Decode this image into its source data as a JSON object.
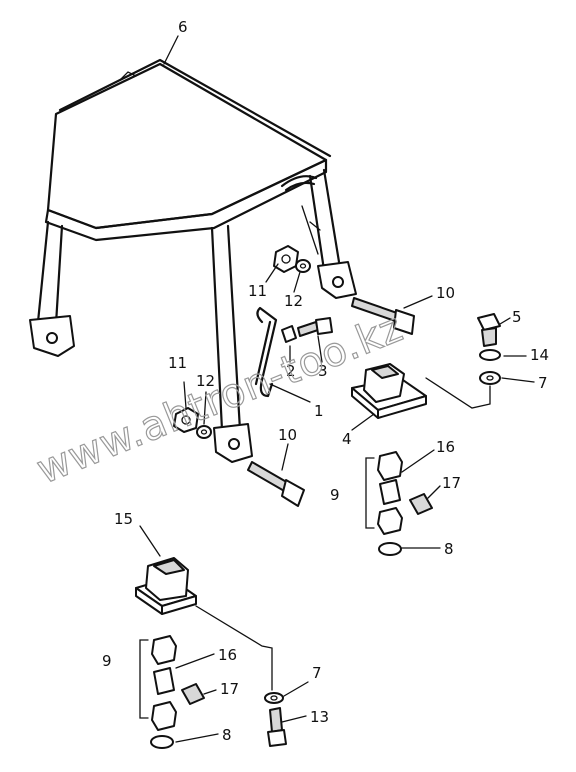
{
  "watermark": "www.ahtron-too.kz",
  "callouts": [
    {
      "id": "c6",
      "text": "6"
    },
    {
      "id": "c11a",
      "text": "11"
    },
    {
      "id": "c12a",
      "text": "12"
    },
    {
      "id": "c2",
      "text": "2"
    },
    {
      "id": "c3",
      "text": "3"
    },
    {
      "id": "c1",
      "text": "1"
    },
    {
      "id": "c10a",
      "text": "10"
    },
    {
      "id": "c5",
      "text": "5"
    },
    {
      "id": "c14",
      "text": "14"
    },
    {
      "id": "c7a",
      "text": "7"
    },
    {
      "id": "c4",
      "text": "4"
    },
    {
      "id": "c11b",
      "text": "11"
    },
    {
      "id": "c12b",
      "text": "12"
    },
    {
      "id": "c10b",
      "text": "10"
    },
    {
      "id": "c16a",
      "text": "16"
    },
    {
      "id": "c9a",
      "text": "9"
    },
    {
      "id": "c17a",
      "text": "17"
    },
    {
      "id": "c8a",
      "text": "8"
    },
    {
      "id": "c15",
      "text": "15"
    },
    {
      "id": "c9b",
      "text": "9"
    },
    {
      "id": "c16b",
      "text": "16"
    },
    {
      "id": "c7b",
      "text": "7"
    },
    {
      "id": "c17b",
      "text": "17"
    },
    {
      "id": "c13",
      "text": "13"
    },
    {
      "id": "c8b",
      "text": "8"
    }
  ]
}
